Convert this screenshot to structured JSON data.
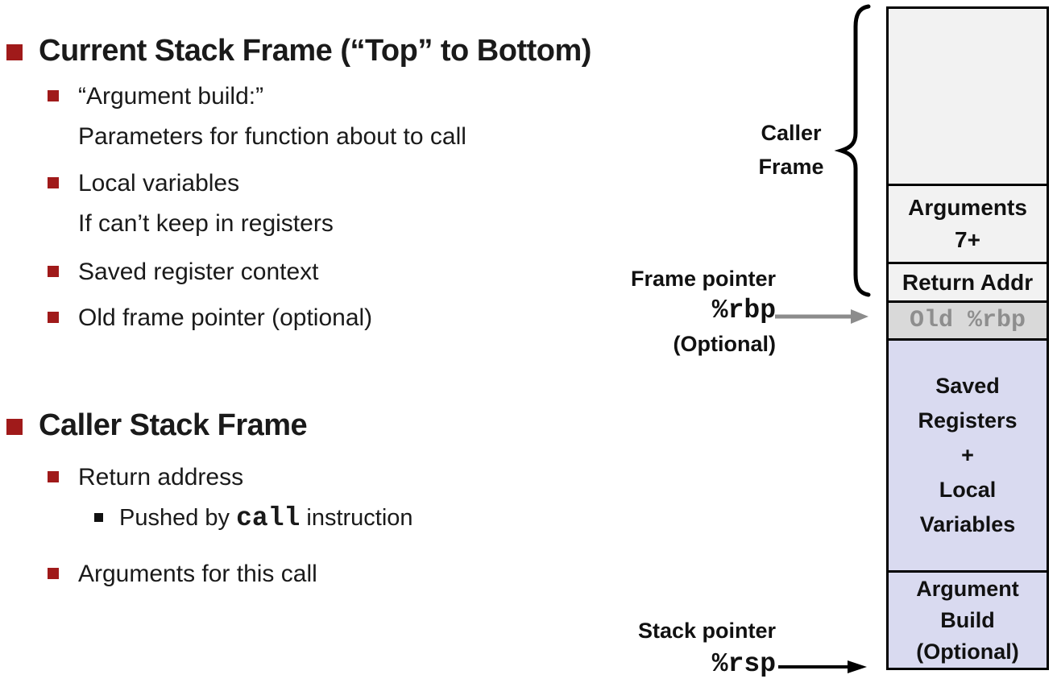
{
  "colors": {
    "accent_red": "#A01A1A",
    "text_black": "#1A1A1A",
    "cell_light": "#F2F2F2",
    "cell_gray": "#D9D9D9",
    "cell_gray_text": "#8E8E8E",
    "cell_lavender": "#D9DAF0",
    "arrow_gray": "#8C8C8C",
    "line_black": "#000000"
  },
  "sections": [
    {
      "heading": "Current Stack Frame (“Top” to Bottom)",
      "bullets": [
        {
          "lines": [
            "“Argument build:”",
            "Parameters for function about to call"
          ]
        },
        {
          "lines": [
            "Local variables",
            "If can’t keep in registers"
          ]
        },
        {
          "lines": [
            "Saved register context"
          ]
        },
        {
          "lines": [
            "Old frame pointer (optional)"
          ]
        }
      ]
    },
    {
      "heading": "Caller Stack Frame",
      "bullets": [
        {
          "lines": [
            "Return address"
          ]
        },
        {
          "lines": [
            "Arguments for this call"
          ]
        }
      ],
      "sub_bullet": {
        "pre": "Pushed by ",
        "code": "call",
        "post": " instruction"
      }
    }
  ],
  "diagram": {
    "labels": {
      "caller_frame": [
        "Caller",
        "Frame"
      ],
      "frame_pointer": {
        "title": "Frame pointer",
        "register": "%rbp",
        "note": "(Optional)"
      },
      "stack_pointer": {
        "title": "Stack pointer",
        "register": "%rsp"
      }
    },
    "stack": {
      "arguments": [
        "Arguments",
        "7+"
      ],
      "return_addr": "Return Addr",
      "old_rbp": "Old %rbp",
      "saved_registers": [
        "Saved",
        "Registers",
        "+",
        "Local",
        "Variables"
      ],
      "argument_build": [
        "Argument",
        "Build",
        "(Optional)"
      ]
    }
  }
}
